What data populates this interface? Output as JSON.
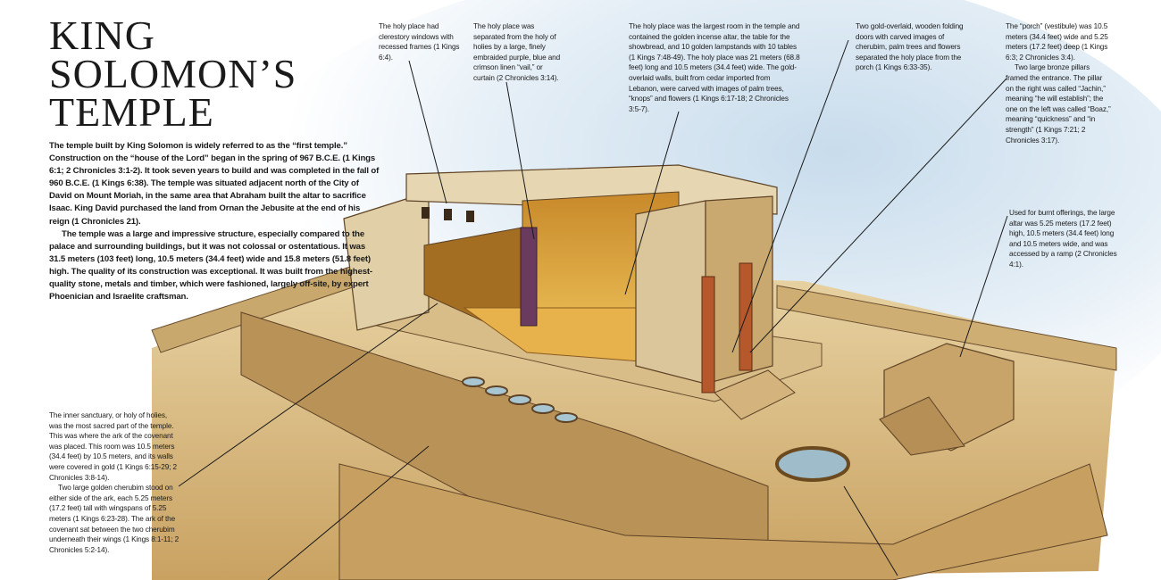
{
  "title": {
    "line1": "KING",
    "line2": "SOLOMON’S",
    "line3": "TEMPLE"
  },
  "intro": [
    "The temple built by King Solomon is widely referred to as the “first temple.” Construction on the “house of the Lord” began in the spring of 967 B.C.E. (1 Kings 6:1; 2 Chronicles 3:1-2). It took seven years to build and was completed in the fall of 960 B.C.E. (1 Kings 6:38). The temple was situated adjacent north of the City of David on Mount Moriah, in the same area that Abraham built the altar to sacrifice Isaac. King David purchased the land from Ornan the Jebusite at the end of his reign (1 Chronicles 21).",
    "The temple was a large and impressive structure, especially compared to the palace and surrounding buildings, but it was not colossal or ostentatious. It was 31.5 meters (103 feet) long, 10.5 meters (34.4 feet) wide and 15.8 meters (51.8 feet) high. The quality of its construction was exceptional. It was built from the highest-quality stone, metals and timber, which were fashioned, largely off-site, by expert Phoenician and Israelite craftsman."
  ],
  "notes": {
    "windows": [
      "The holy place had clerestory windows with recessed frames (1 Kings 6:4)."
    ],
    "vail": [
      "The holy place was separated from the holy of holies by a large, finely embraided purple, blue and crimson linen “vail,” or curtain (2 Chronicles 3:14)."
    ],
    "holy_place": [
      "The holy place was the largest room in the temple and contained the golden incense altar, the table for the showbread, and 10 golden lampstands with 10 tables (1 Kings 7:48-49). The holy place was 21 meters (68.8 feet) long and 10.5 meters (34.4 feet) wide. The gold-overlaid walls, built from cedar imported from Lebanon, were carved with images of palm trees, “knops” and flowers (1 Kings 6:17-18; 2 Chronicles 3:5-7)."
    ],
    "doors": [
      "Two gold-overlaid, wooden folding doors with carved images of cherubim, palm trees and flowers separated the holy place from the porch (1 Kings 6:33-35)."
    ],
    "porch": [
      "The “porch” (vestibule) was 10.5 meters (34.4 feet) wide and 5.25 meters (17.2 feet) deep (1 Kings 6:3; 2 Chronicles 3:4).",
      "Two large bronze pillars framed the entrance. The pillar on the right was called “Jachin,” meaning “he will establish”; the one on the left was called “Boaz,” meaning “quickness” and “in strength” (1 Kings 7:21; 2 Chronicles 3:17)."
    ],
    "altar": [
      "Used for burnt offerings, the large altar was 5.25 meters (17.2 feet) high, 10.5 meters (34.4 feet) long and 10.5 meters wide, and was accessed by a ramp (2 Chronicles 4:1)."
    ],
    "sanctuary": [
      "The inner sanctuary, or holy of holies, was the most sacred part of the temple. This was where the ark of the covenant was placed. This room was 10.5 meters (34.4 feet) by 10.5 meters, and its walls were covered in gold (1 Kings 6:15-29; 2 Chronicles 3:8-14).",
      "Two large golden cherubim stood on either side of the ark, each 5.25 meters (17.2 feet) tall with wingspans of 5.25 meters (1 Kings 6:23-28). The ark of the covenant sat between the two cherubim underneath their wings (1 Kings 8:1-11; 2 Chronicles 5:2-14)."
    ]
  },
  "colors": {
    "sky": "#d6e6f2",
    "stone": "#d9b878",
    "stone_dark": "#a9834a",
    "gold": "#e8b94a",
    "text": "#1a1a1a"
  }
}
